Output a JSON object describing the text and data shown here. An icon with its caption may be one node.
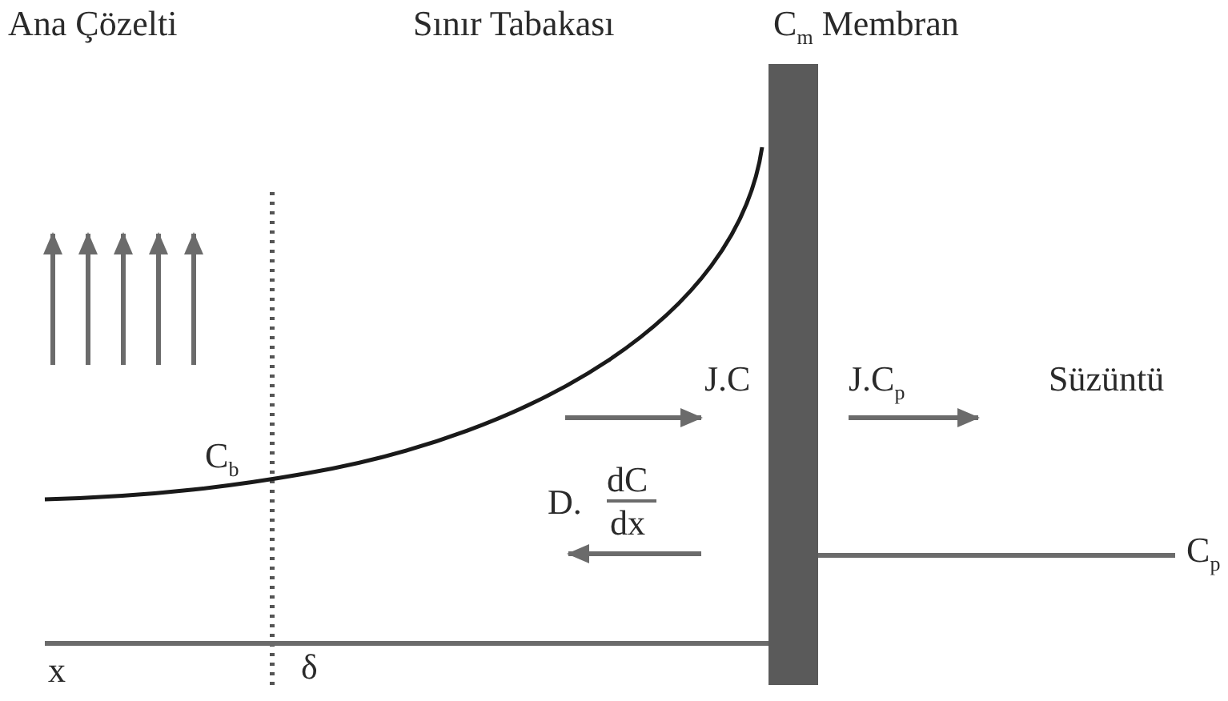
{
  "diagram": {
    "nodes": [
      {
        "text": [],
        "shape": "bar",
        "beside": [
          "C$_{m}$ Membran"
        ]
      }
    ],
    "labels": [
      "Ana Çözelti",
      "Sınır Tabakası",
      "J.C",
      "J.C$_{p}$",
      "Süzüntü",
      "C$_{b}$",
      "D.",
      "dC",
      "dx",
      "C$_{p}$",
      "x",
      "δ"
    ]
  }
}
